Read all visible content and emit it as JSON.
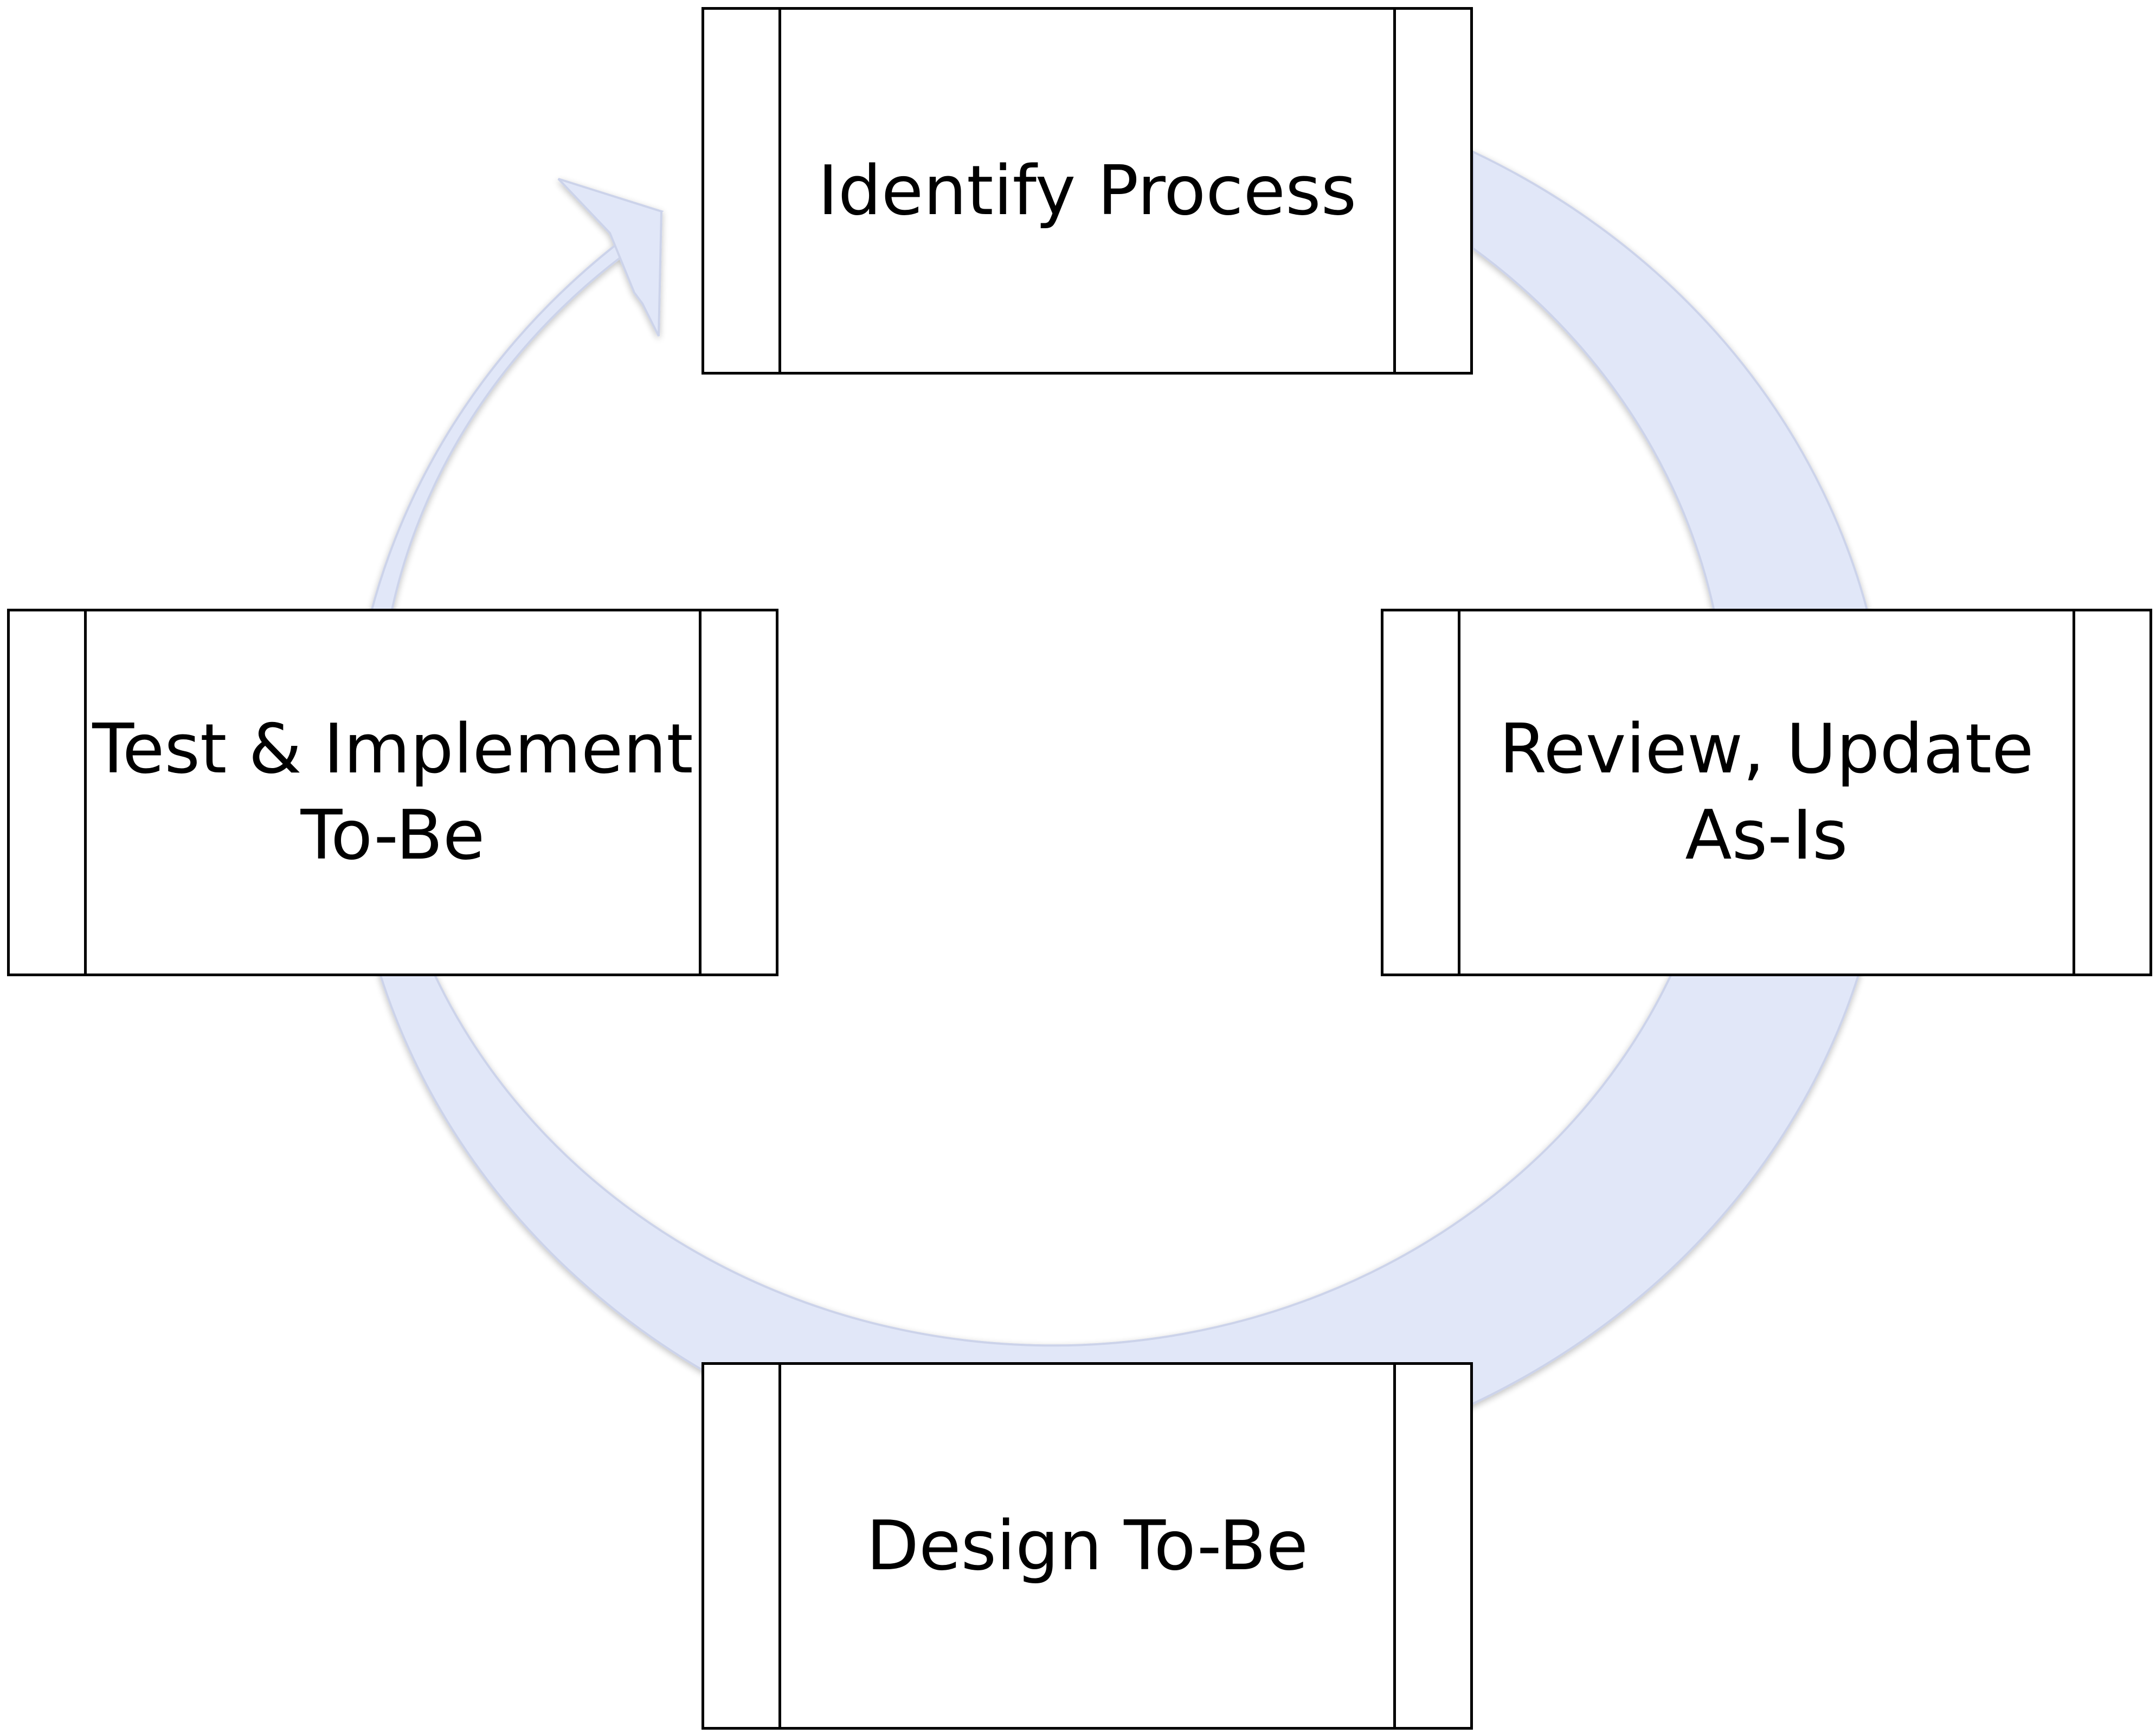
{
  "diagram": {
    "colors": {
      "ring": "#e1e7f8",
      "ring_edge": "#ccd3ea",
      "box_border": "#000000",
      "box_fill": "#ffffff",
      "text": "#000000"
    },
    "steps": [
      {
        "id": "identify",
        "lines": [
          "Identify Process"
        ]
      },
      {
        "id": "review",
        "lines": [
          "Review, Update",
          "As-Is"
        ]
      },
      {
        "id": "design",
        "lines": [
          "Design To-Be"
        ]
      },
      {
        "id": "test",
        "lines": [
          "Test & Implement",
          "To-Be"
        ]
      }
    ],
    "flow": "clockwise"
  }
}
